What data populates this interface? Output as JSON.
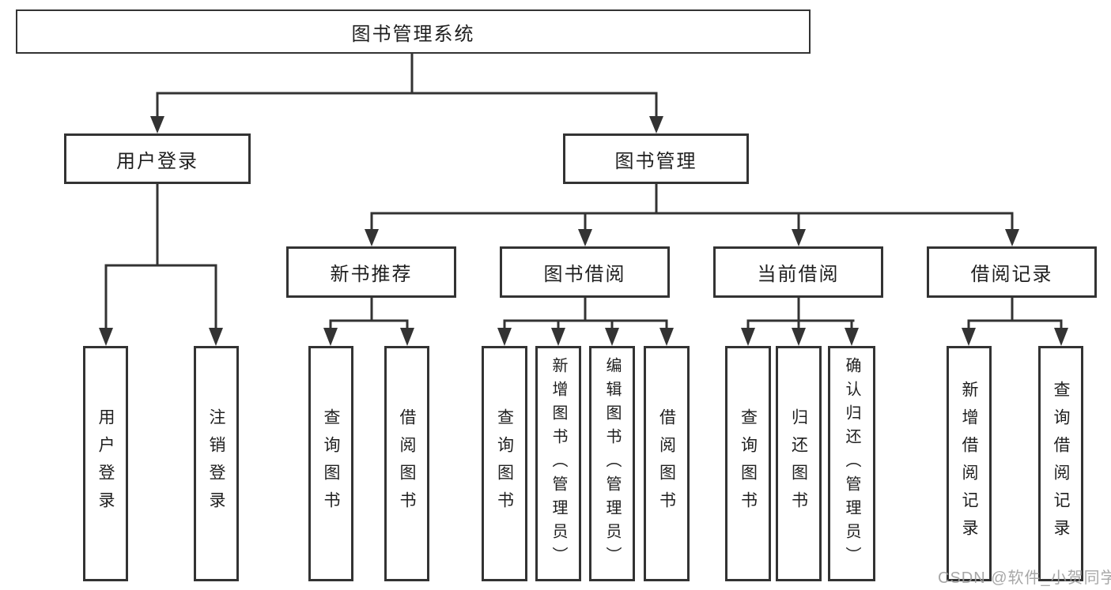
{
  "diagram": {
    "type": "hierarchy-tree",
    "title": "图书管理系统",
    "background": "#ffffff",
    "line_color": "#333333",
    "text_color": "#1f1f1f",
    "watermark": {
      "text": "CSDN @软件_小贺同学",
      "color": "#9e9e9e"
    },
    "tree": {
      "label": "图书管理系统",
      "children": [
        {
          "label": "用户登录",
          "children": [
            {
              "label": "用户登录"
            },
            {
              "label": "注销登录"
            }
          ]
        },
        {
          "label": "图书管理",
          "children": [
            {
              "label": "新书推荐",
              "children": [
                {
                  "label": "查询图书"
                },
                {
                  "label": "借阅图书"
                }
              ]
            },
            {
              "label": "图书借阅",
              "children": [
                {
                  "label": "查询图书"
                },
                {
                  "label": "新增图书（管理员）"
                },
                {
                  "label": "编辑图书（管理员）"
                },
                {
                  "label": "借阅图书"
                }
              ]
            },
            {
              "label": "当前借阅",
              "children": [
                {
                  "label": "查询图书"
                },
                {
                  "label": "归还图书"
                },
                {
                  "label": "确认归还（管理员）"
                }
              ]
            },
            {
              "label": "借阅记录",
              "children": [
                {
                  "label": "新增借阅记录"
                },
                {
                  "label": "查询借阅记录"
                }
              ]
            }
          ]
        }
      ]
    }
  }
}
